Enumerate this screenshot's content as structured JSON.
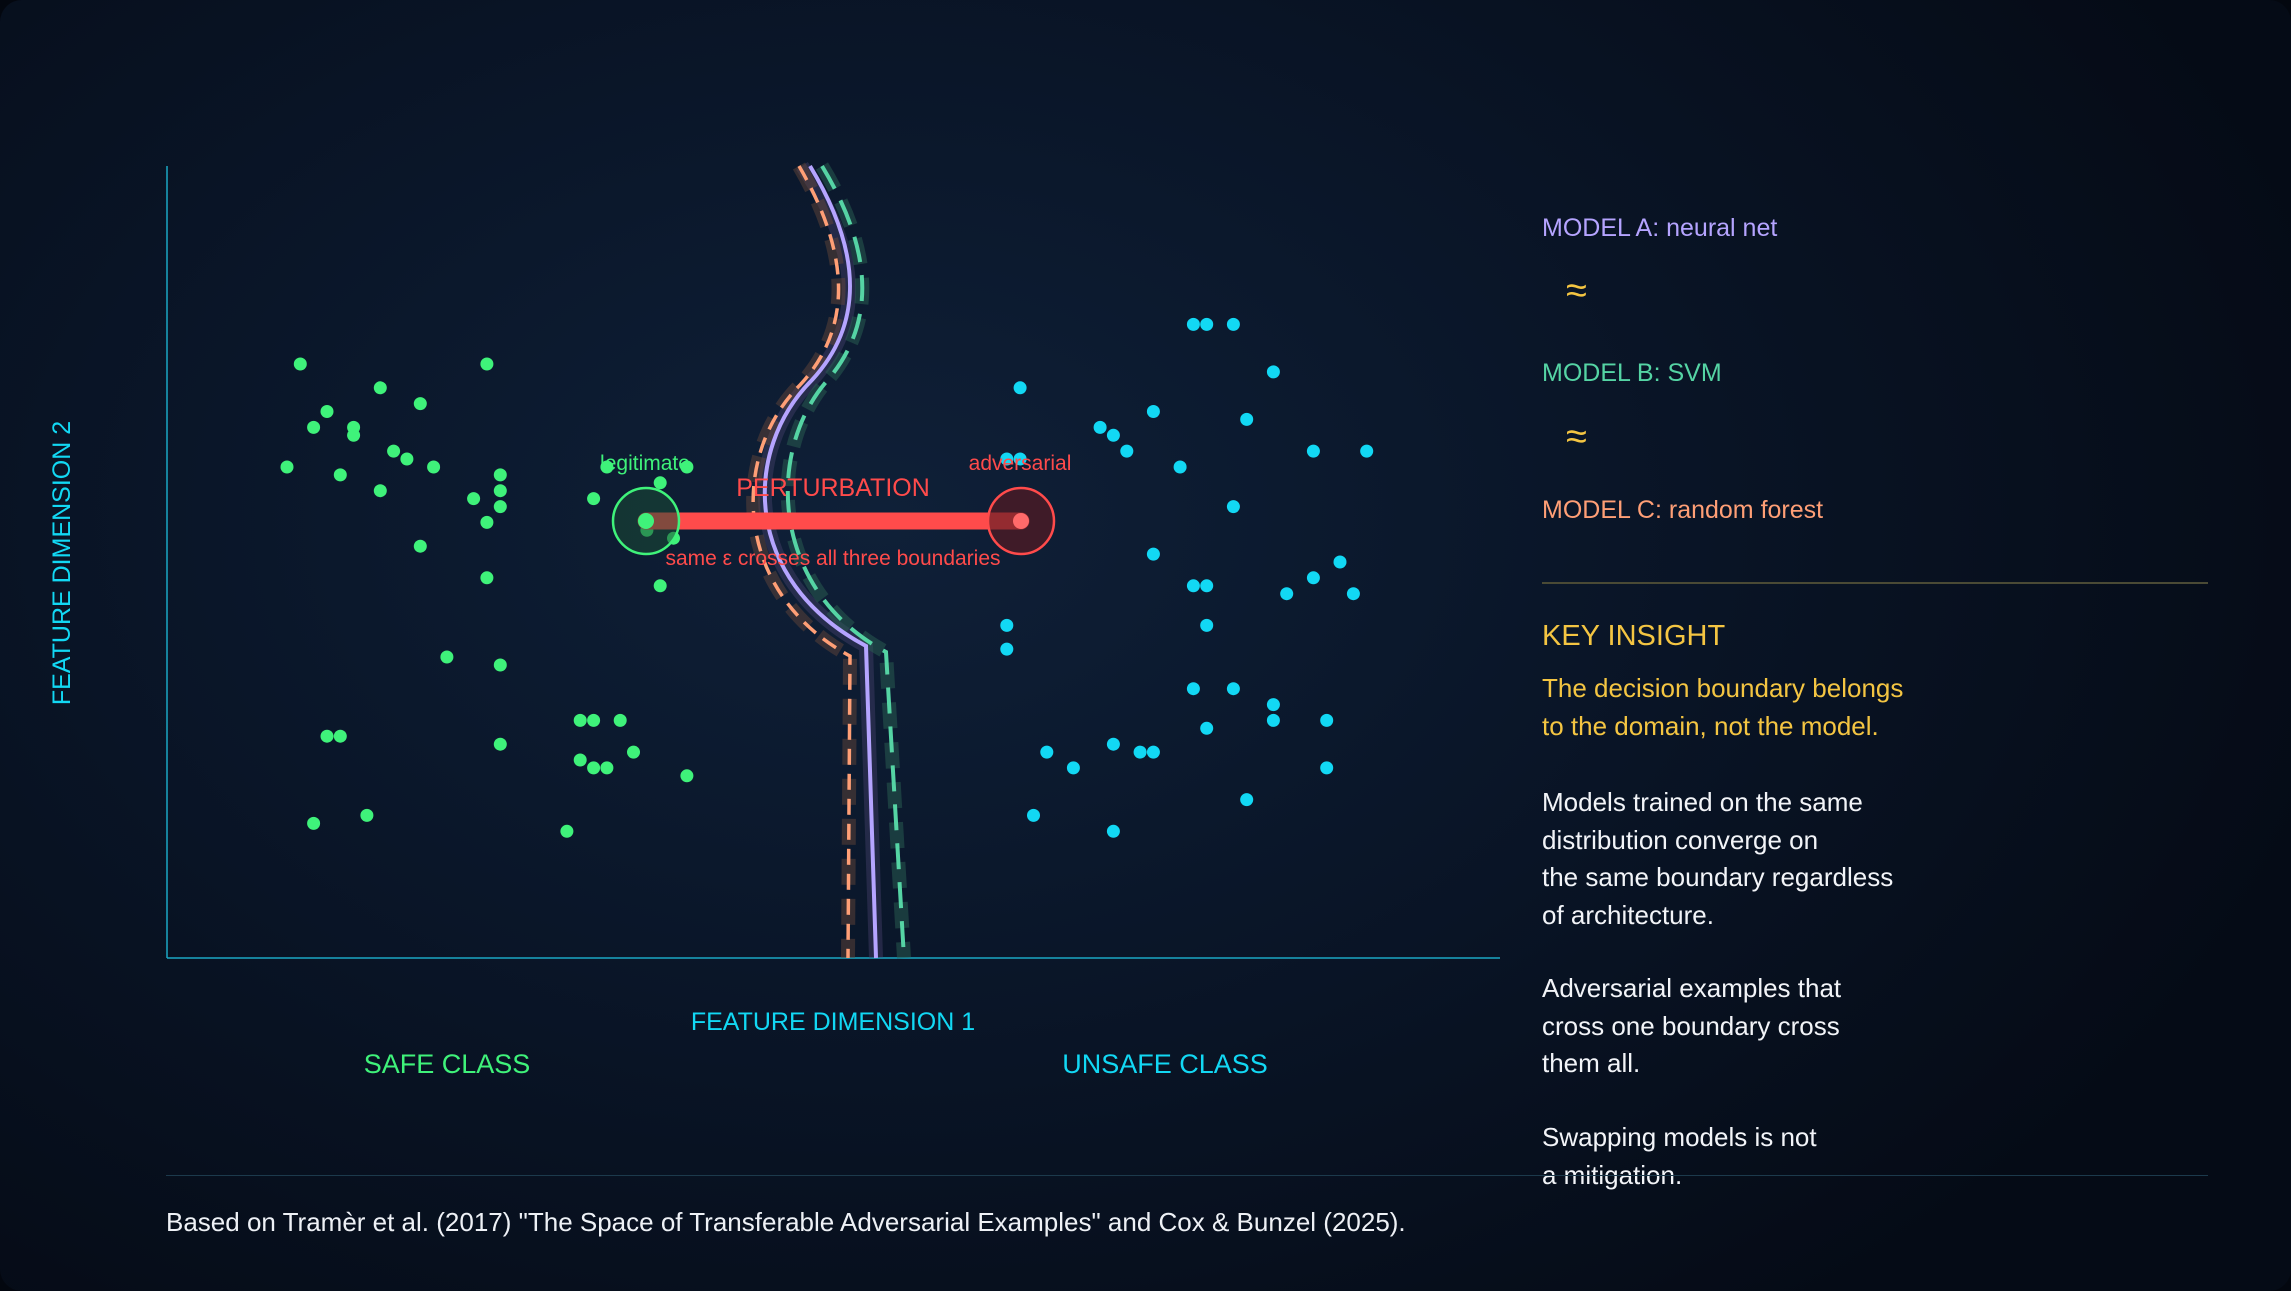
{
  "axes": {
    "x_label": "FEATURE DIMENSION 1",
    "y_label": "FEATURE DIMENSION 2",
    "safe_class_label": "SAFE CLASS",
    "unsafe_class_label": "UNSAFE CLASS"
  },
  "annotations": {
    "legitimate_label": "legitimate",
    "adversarial_label": "adversarial",
    "perturbation_label": "PERTURBATION",
    "perturbation_caption": "same ε crosses all three boundaries"
  },
  "models": [
    {
      "label": "MODEL A: neural net",
      "color": "#b5a4ff"
    },
    {
      "label": "MODEL B: SVM",
      "color": "#55d4a4"
    },
    {
      "label": "MODEL C: random forest",
      "color": "#ff9f76"
    }
  ],
  "approx_symbol": "≈",
  "insight": {
    "title": "KEY INSIGHT",
    "lead": "The decision boundary belongs\nto the domain, not the model.",
    "paragraphs": [
      "Models trained on the same\ndistribution converge on\nthe same boundary regardless\nof architecture.",
      "Adversarial examples that\ncross one boundary cross\nthem all.",
      "Swapping models is not\na mitigation."
    ]
  },
  "citation": "Based on Tramèr et al. (2017) \"The Space of Transferable Adversarial Examples\" and Cox & Bunzel (2025).",
  "colors": {
    "safe": "#3ff27a",
    "unsafe": "#12d8f4",
    "perturbation": "#ff4b4b",
    "axis": "#1aa7c4",
    "accent": "#f4c542"
  },
  "chart_data": {
    "type": "scatter",
    "xlabel": "FEATURE DIMENSION 1",
    "ylabel": "FEATURE DIMENSION 2",
    "series": [
      {
        "name": "SAFE CLASS",
        "points": [
          [
            10,
            75
          ],
          [
            16,
            72
          ],
          [
            11,
            67
          ],
          [
            14,
            67
          ],
          [
            12,
            69
          ],
          [
            14,
            66
          ],
          [
            19,
            70
          ],
          [
            24,
            75
          ],
          [
            18,
            63
          ],
          [
            17,
            64
          ],
          [
            20,
            62
          ],
          [
            23,
            58
          ],
          [
            33,
            62
          ],
          [
            32,
            58
          ],
          [
            39,
            62
          ],
          [
            9,
            62
          ],
          [
            13,
            61
          ],
          [
            16,
            59
          ],
          [
            25,
            61
          ],
          [
            25,
            59
          ],
          [
            25,
            57
          ],
          [
            24,
            55
          ],
          [
            37,
            60
          ],
          [
            36,
            54
          ],
          [
            38,
            53
          ],
          [
            19,
            52
          ],
          [
            24,
            48
          ],
          [
            37,
            47
          ],
          [
            21,
            38
          ],
          [
            25,
            37
          ],
          [
            12,
            28
          ],
          [
            13,
            28
          ],
          [
            25,
            27
          ],
          [
            31,
            30
          ],
          [
            32,
            30
          ],
          [
            34,
            30
          ],
          [
            31,
            25
          ],
          [
            32,
            24
          ],
          [
            33,
            24
          ],
          [
            35,
            26
          ],
          [
            39,
            23
          ],
          [
            11,
            17
          ],
          [
            15,
            18
          ],
          [
            30,
            16
          ]
        ]
      },
      {
        "name": "UNSAFE CLASS",
        "points": [
          [
            77,
            80
          ],
          [
            78,
            80
          ],
          [
            80,
            80
          ],
          [
            83,
            74
          ],
          [
            64,
            72
          ],
          [
            74,
            69
          ],
          [
            81,
            68
          ],
          [
            70,
            67
          ],
          [
            63,
            63
          ],
          [
            64,
            63
          ],
          [
            71,
            66
          ],
          [
            72,
            64
          ],
          [
            76,
            62
          ],
          [
            86,
            64
          ],
          [
            90,
            64
          ],
          [
            80,
            57
          ],
          [
            74,
            51
          ],
          [
            77,
            47
          ],
          [
            78,
            47
          ],
          [
            84,
            46
          ],
          [
            86,
            48
          ],
          [
            88,
            50
          ],
          [
            89,
            46
          ],
          [
            78,
            42
          ],
          [
            63,
            42
          ],
          [
            63,
            39
          ],
          [
            77,
            34
          ],
          [
            80,
            34
          ],
          [
            83,
            32
          ],
          [
            83,
            30
          ],
          [
            87,
            30
          ],
          [
            78,
            29
          ],
          [
            71,
            27
          ],
          [
            73,
            26
          ],
          [
            74,
            26
          ],
          [
            68,
            24
          ],
          [
            66,
            26
          ],
          [
            87,
            24
          ],
          [
            81,
            20
          ],
          [
            65,
            18
          ],
          [
            71,
            16
          ]
        ]
      }
    ],
    "xlim": [
      0,
      100
    ],
    "ylim": [
      0,
      100
    ]
  }
}
